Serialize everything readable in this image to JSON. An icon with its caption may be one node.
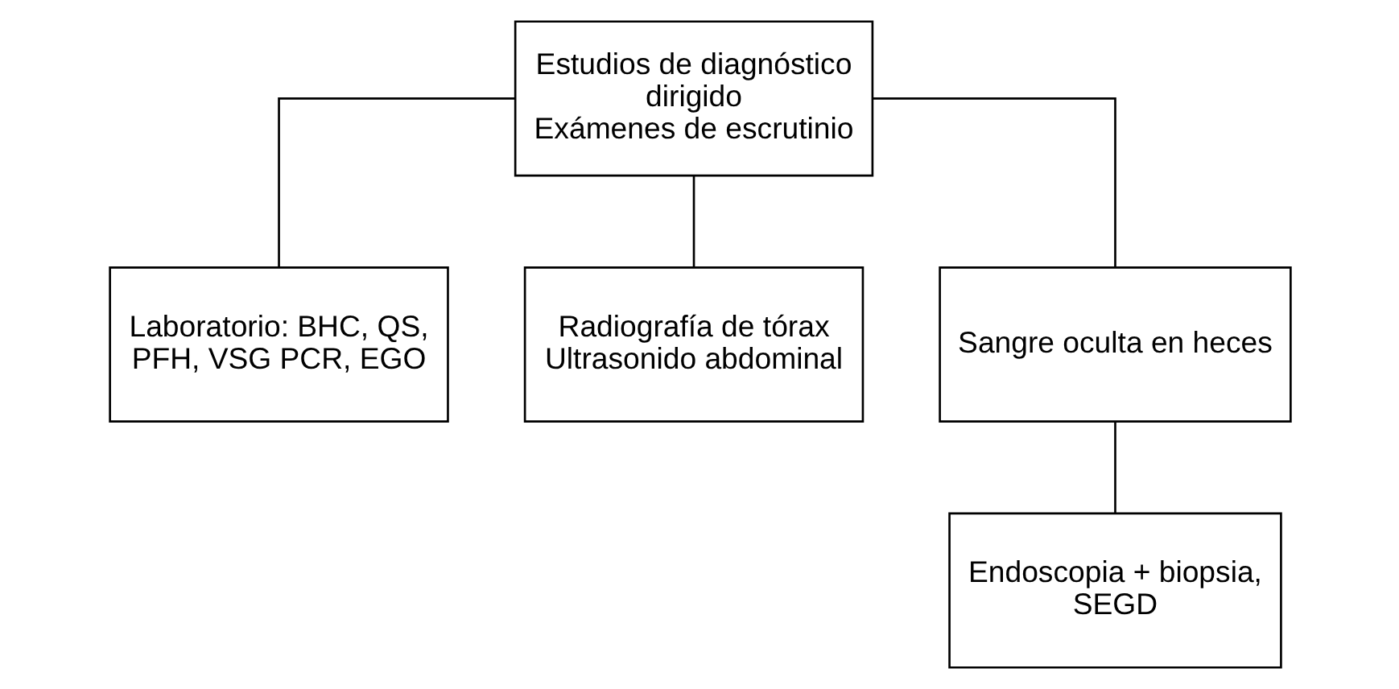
{
  "diagram": {
    "nodes": [
      {
        "text": [
          "Estudios de diagnóstico dirigido",
          "Exámenes de escrutinio"
        ]
      },
      {
        "text": [
          "Laboratorio: BHC, QS, PFH, VSG PCR, EGO"
        ]
      },
      {
        "text": [
          "Radiografía de tórax Ultrasonido abdominal"
        ]
      },
      {
        "text": [
          "Sangre oculta en heces"
        ]
      },
      {
        "text": [
          "Endoscopia + biopsia, SEGD"
        ]
      }
    ],
    "edges": [
      {
        "from": 0,
        "to": 1,
        "arrow": "none"
      },
      {
        "from": 0,
        "to": 2,
        "arrow": "none"
      },
      {
        "from": 0,
        "to": 3,
        "arrow": "none"
      },
      {
        "from": 3,
        "to": 4,
        "arrow": "none"
      }
    ]
  }
}
